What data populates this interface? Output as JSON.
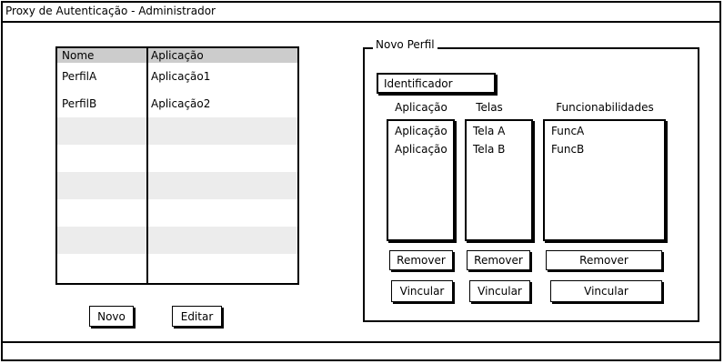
{
  "window": {
    "title": "Proxy de Autenticação - Administrador"
  },
  "profiles_table": {
    "headers": [
      "Nome",
      "Aplicação"
    ],
    "rows": [
      [
        "PerfilA",
        "Aplicação1"
      ],
      [
        "PerfilB",
        "Aplicação2"
      ]
    ]
  },
  "left_buttons": {
    "new": "Novo",
    "edit": "Editar"
  },
  "new_profile": {
    "legend": "Novo Perfil",
    "identifier_value": "Identificador",
    "columns": {
      "application": {
        "label": "Aplicação",
        "items": [
          "Aplicação",
          "Aplicação"
        ],
        "remove": "Remover",
        "link": "Vincular"
      },
      "screens": {
        "label": "Telas",
        "items": [
          "Tela A",
          "Tela B"
        ],
        "remove": "Remover",
        "link": "Vincular"
      },
      "features": {
        "label": "Funcionabilidades",
        "items": [
          "FuncA",
          "FuncB"
        ],
        "remove": "Remover",
        "link": "Vincular"
      }
    }
  }
}
